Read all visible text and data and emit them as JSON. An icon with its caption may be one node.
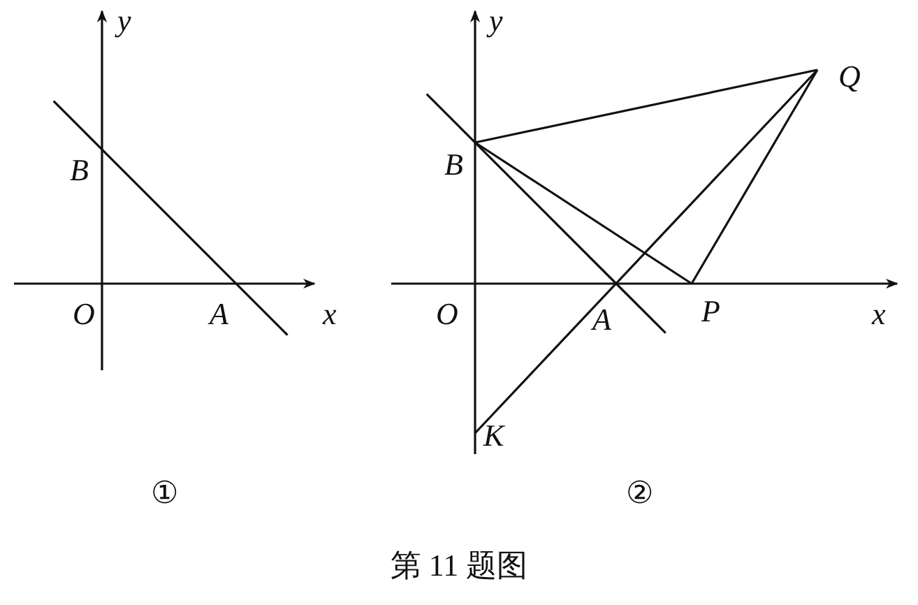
{
  "diagram": {
    "caption": "第 11 题图",
    "nodes": [
      {
        "text": [
          "B"
        ]
      },
      {
        "text": [
          "A"
        ]
      },
      {
        "text": [
          "Q"
        ]
      },
      {
        "text": [
          "B"
        ]
      },
      {
        "text": [
          "A"
        ]
      },
      {
        "text": [
          "P"
        ]
      },
      {
        "text": [
          "K"
        ]
      }
    ],
    "edges": [
      {
        "from": 0,
        "to": 1,
        "arrow": "none"
      },
      {
        "from": 3,
        "to": 2,
        "arrow": "none"
      },
      {
        "from": 3,
        "to": 5,
        "arrow": "none"
      },
      {
        "from": 5,
        "to": 2,
        "arrow": "none"
      },
      {
        "from": 2,
        "to": 6,
        "arrow": "none"
      },
      {
        "from": 3,
        "to": 4,
        "arrow": "none"
      }
    ],
    "labels": [
      "y",
      "O",
      "x",
      "y",
      "O",
      "x",
      "①",
      "②"
    ]
  }
}
